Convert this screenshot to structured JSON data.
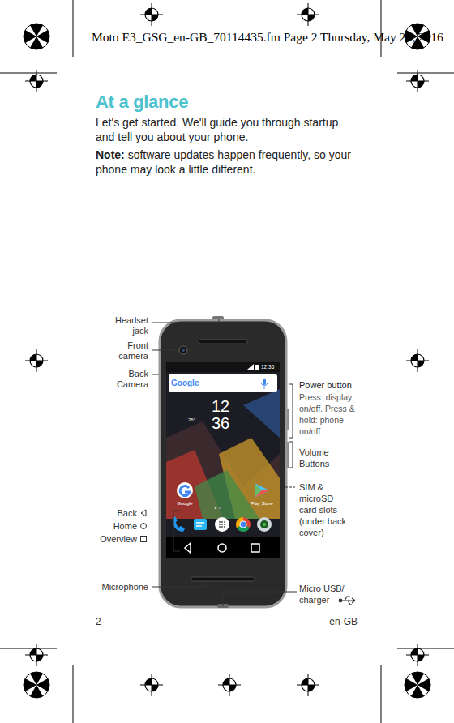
{
  "diagram": {
    "title": "At a glance",
    "labels": [
      "Moto E3_GSG_en-GB_70114435.fm  Page 2  Thursday, May 26, 2016",
      "Let's get started. We'll guide you through startup and tell you about your phone.",
      "Note:",
      "software updates happen frequently, so your phone may look a little different.",
      "Headset jack",
      "Front camera",
      "Back Camera",
      "12:36",
      "Google",
      "12",
      "36",
      "26°",
      "Google",
      "Play Store",
      "Power button",
      "Press: display on/off. Press & hold: phone on/off.",
      "Volume Buttons",
      "SIM & microSD card slots (under back cover)",
      "Back",
      "Home",
      "Overview",
      "Microphone",
      "Micro USB/ charger",
      "2",
      "en-GB"
    ]
  }
}
